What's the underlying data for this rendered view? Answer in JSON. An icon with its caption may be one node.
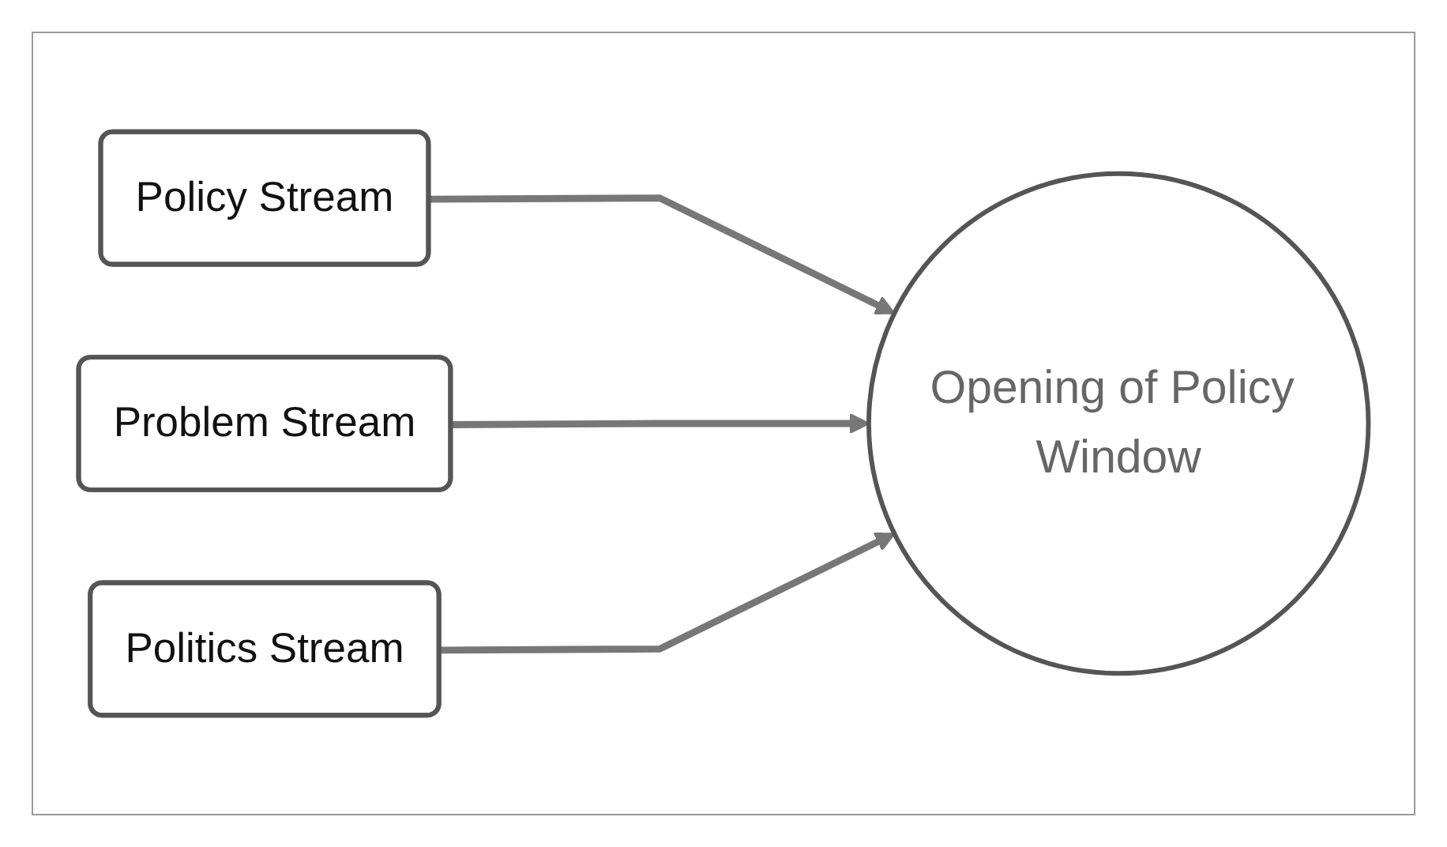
{
  "diagram": {
    "nodes": [
      {
        "text": [
          "Policy Stream"
        ]
      },
      {
        "text": [
          "Problem Stream"
        ]
      },
      {
        "text": [
          "Politics Stream"
        ]
      },
      {
        "text": [
          "Opening of Policy Window"
        ]
      }
    ],
    "edges": [
      {
        "from": 0,
        "to": 3,
        "arrow": "to"
      },
      {
        "from": 1,
        "to": 3,
        "arrow": "to"
      },
      {
        "from": 2,
        "to": 3,
        "arrow": "to"
      }
    ]
  }
}
